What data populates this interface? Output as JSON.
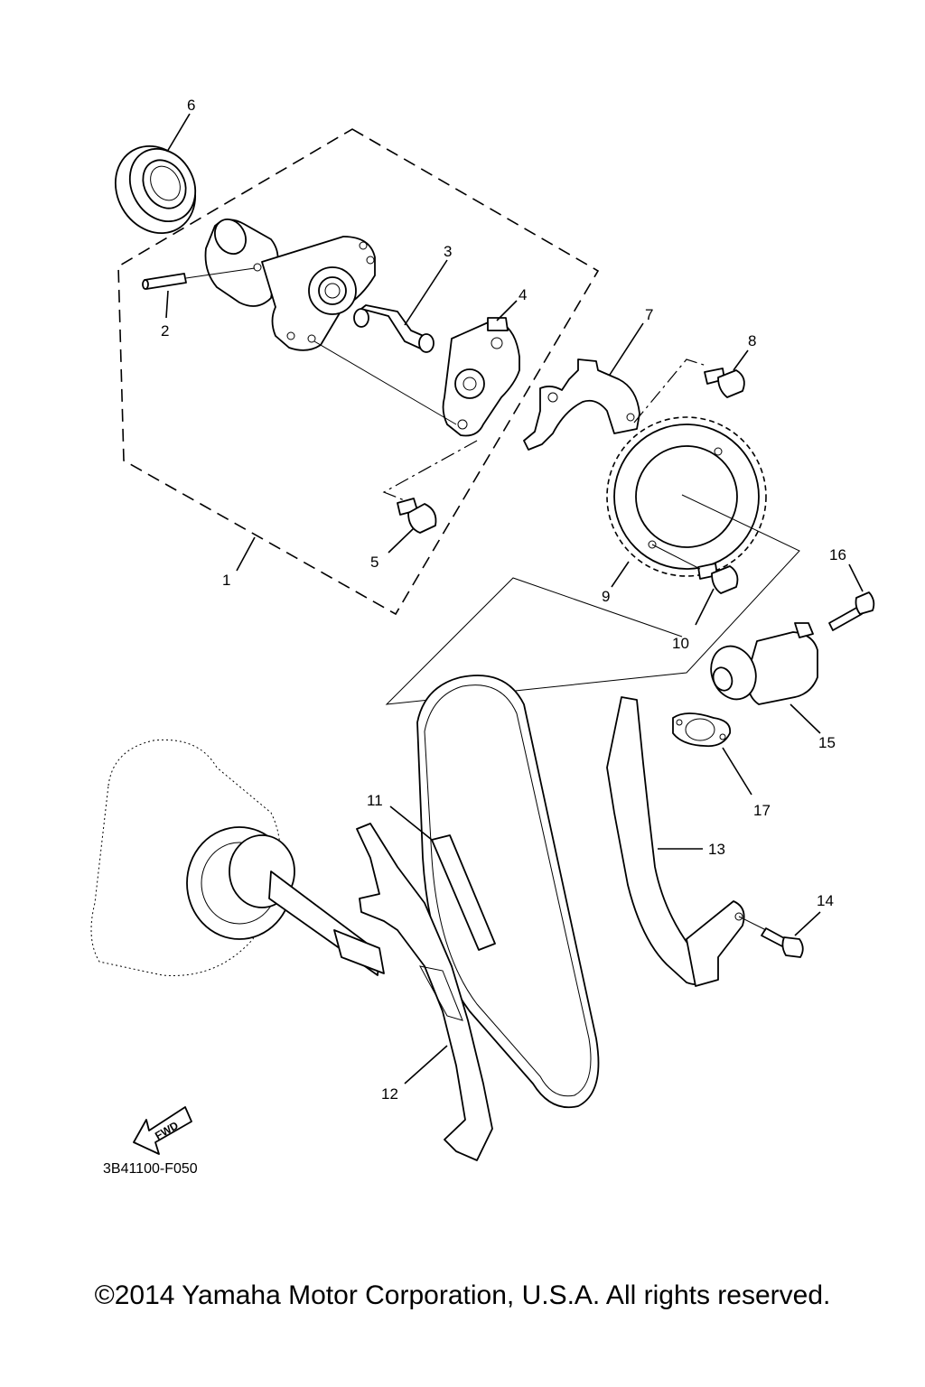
{
  "diagram": {
    "labels": {
      "p1": "1",
      "p2": "2",
      "p3": "3",
      "p4": "4",
      "p5": "5",
      "p6": "6",
      "p7": "7",
      "p8": "8",
      "p9": "9",
      "p10": "10",
      "p11": "11",
      "p12": "12",
      "p13": "13",
      "p14": "14",
      "p15": "15",
      "p16": "16",
      "p17": "17"
    },
    "diagram_code": "3B41100-F050",
    "fwd_label": "FWD"
  },
  "footer": {
    "copyright": "©2014 Yamaha Motor Corporation, U.S.A. All rights reserved."
  }
}
